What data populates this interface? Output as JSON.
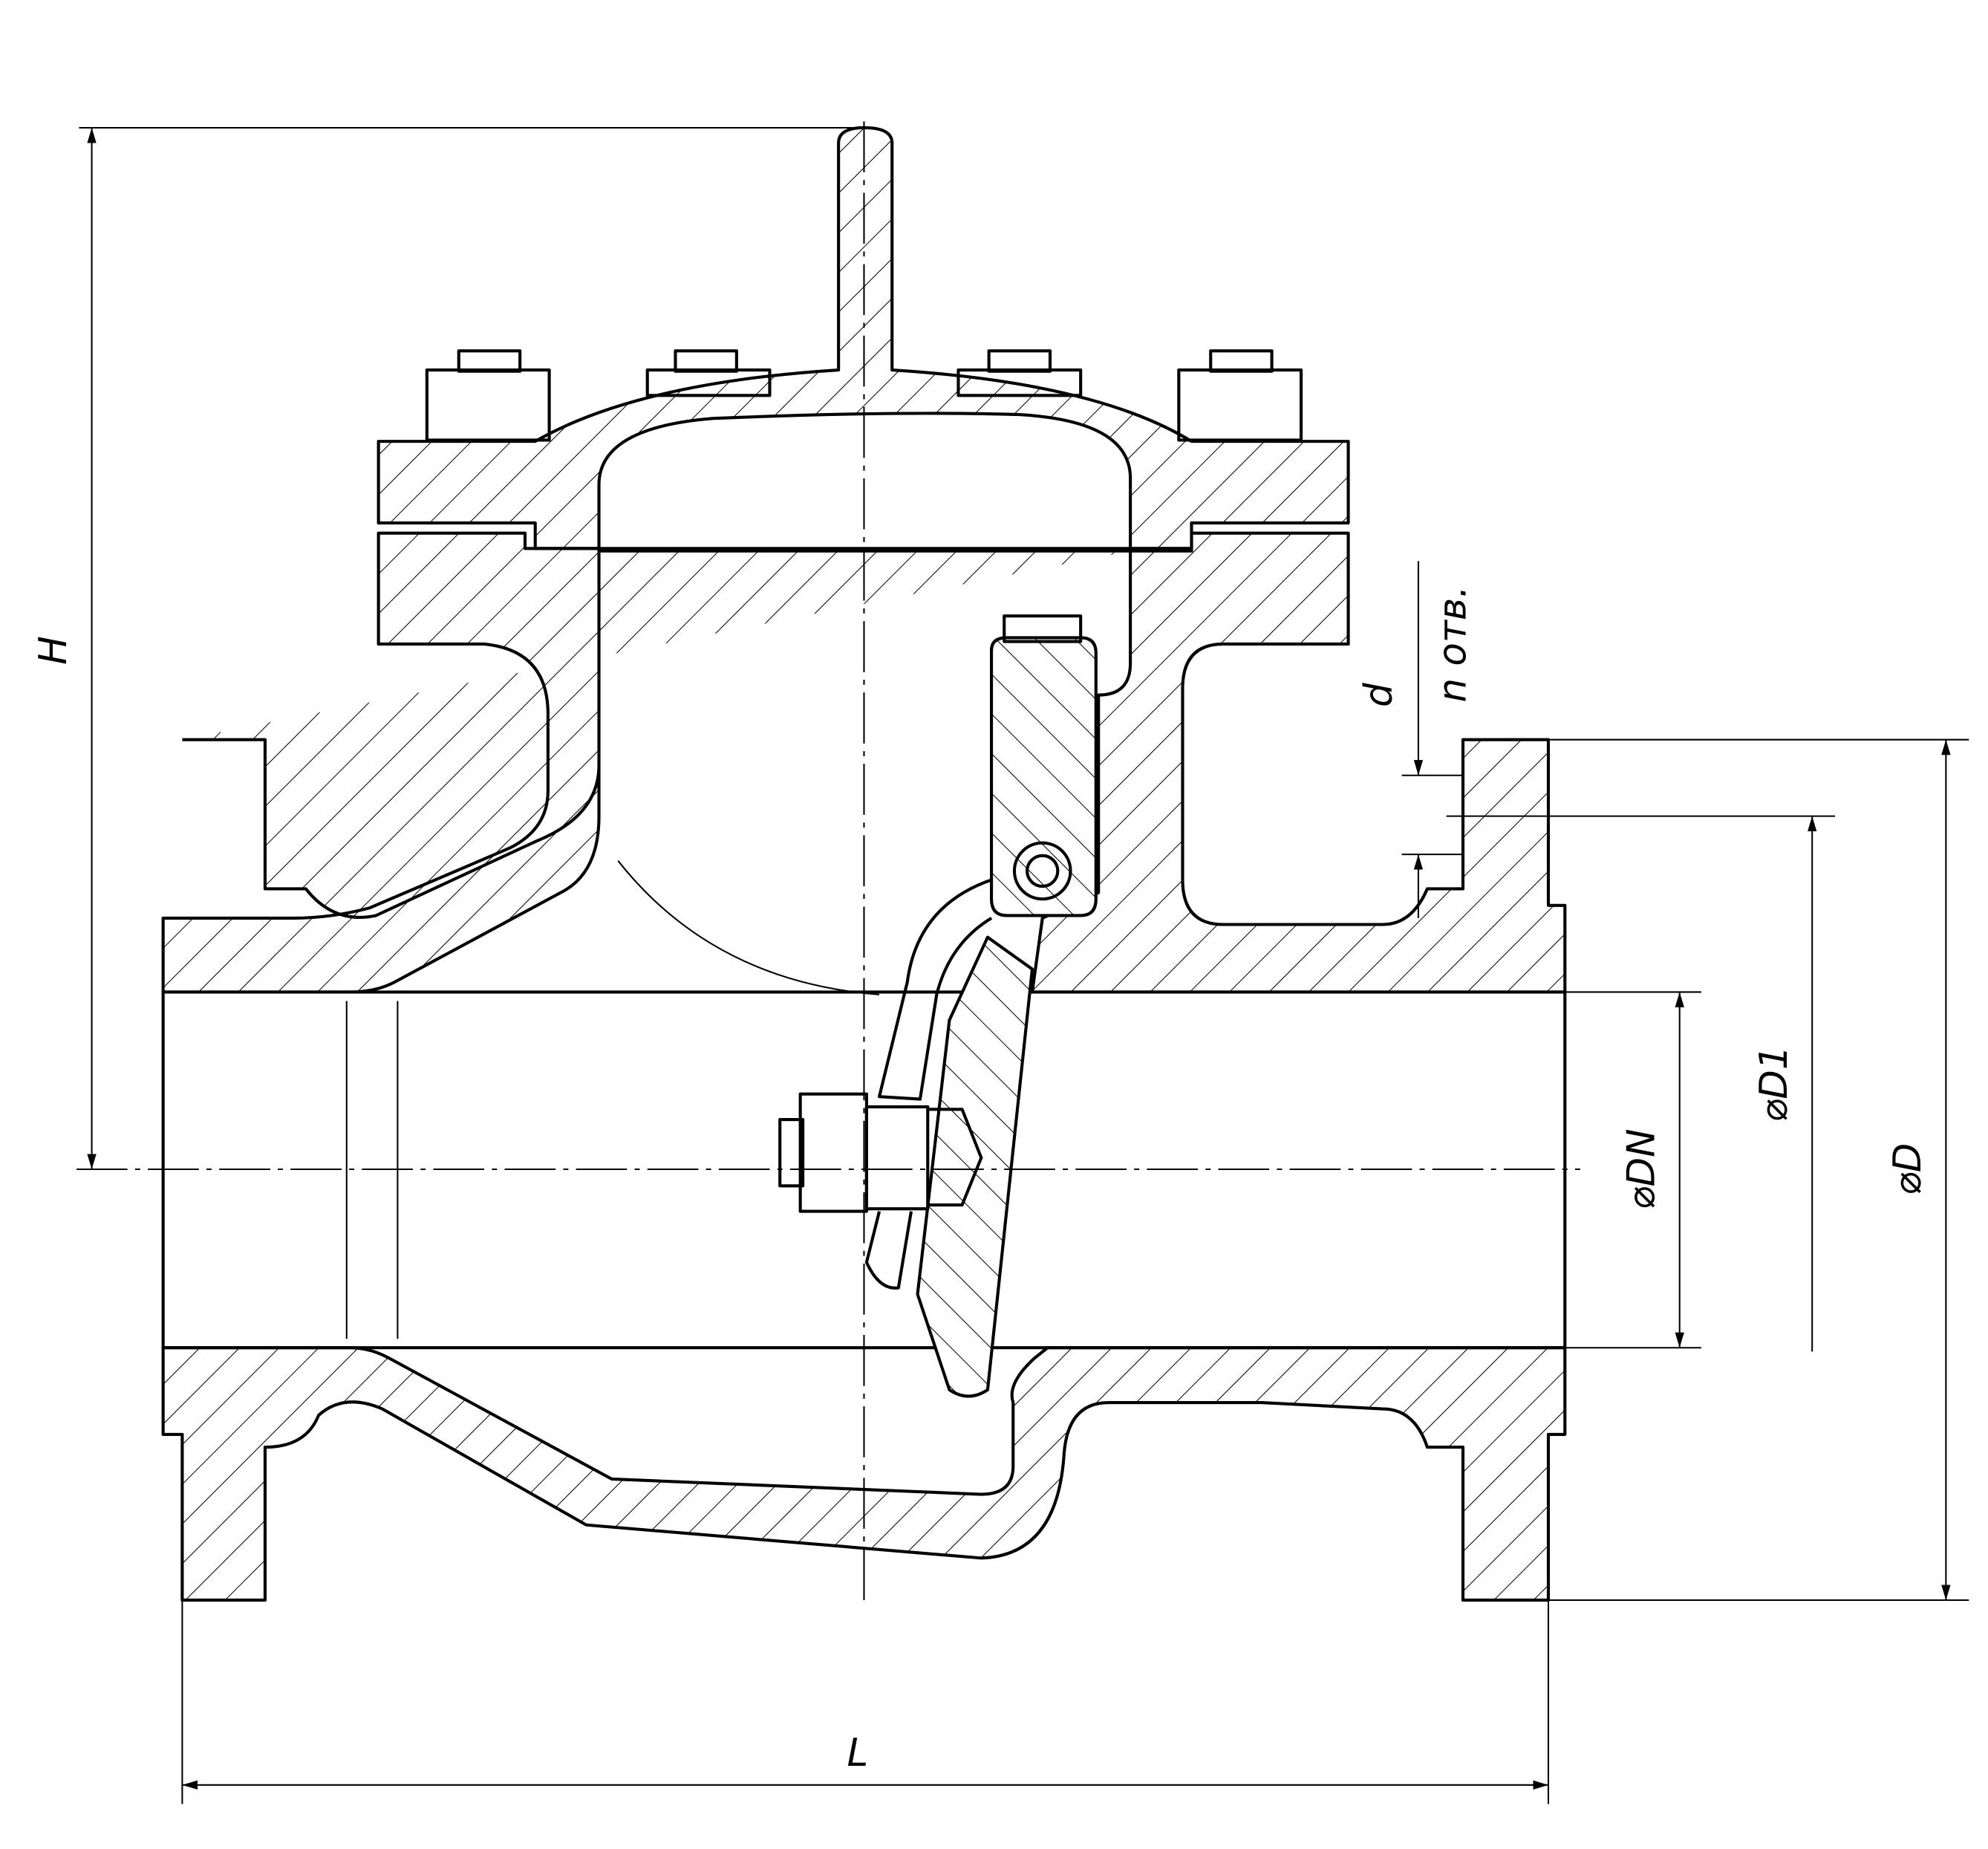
{
  "drawing": {
    "title": "Swing check valve, sectional view",
    "dimensions": {
      "height": "H",
      "length": "L",
      "nominal_diameter": "⌀DN",
      "bolt_circle": "⌀D1",
      "flange_diameter": "⌀D",
      "hole_diameter": "d",
      "hole_count": "n отв."
    }
  }
}
